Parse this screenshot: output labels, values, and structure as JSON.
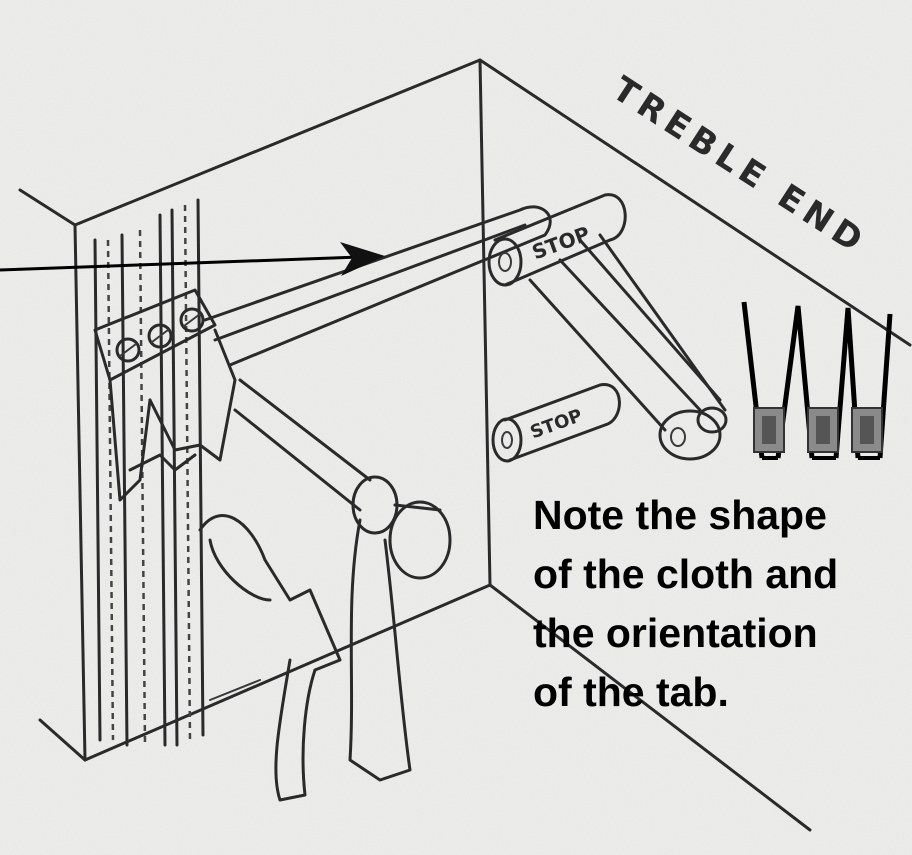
{
  "labels": {
    "treble_end": "TREBLE END",
    "stop_upper": "STOP",
    "stop_lower": "STOP"
  },
  "note": {
    "lines": [
      "Note the shape",
      "of the cloth and",
      "the orientation",
      "of the tab."
    ]
  },
  "colors": {
    "ink": "#000000",
    "sketch": "#2a2a2a",
    "paper": "#efefed",
    "tab_gray": "#8a8a8a"
  }
}
